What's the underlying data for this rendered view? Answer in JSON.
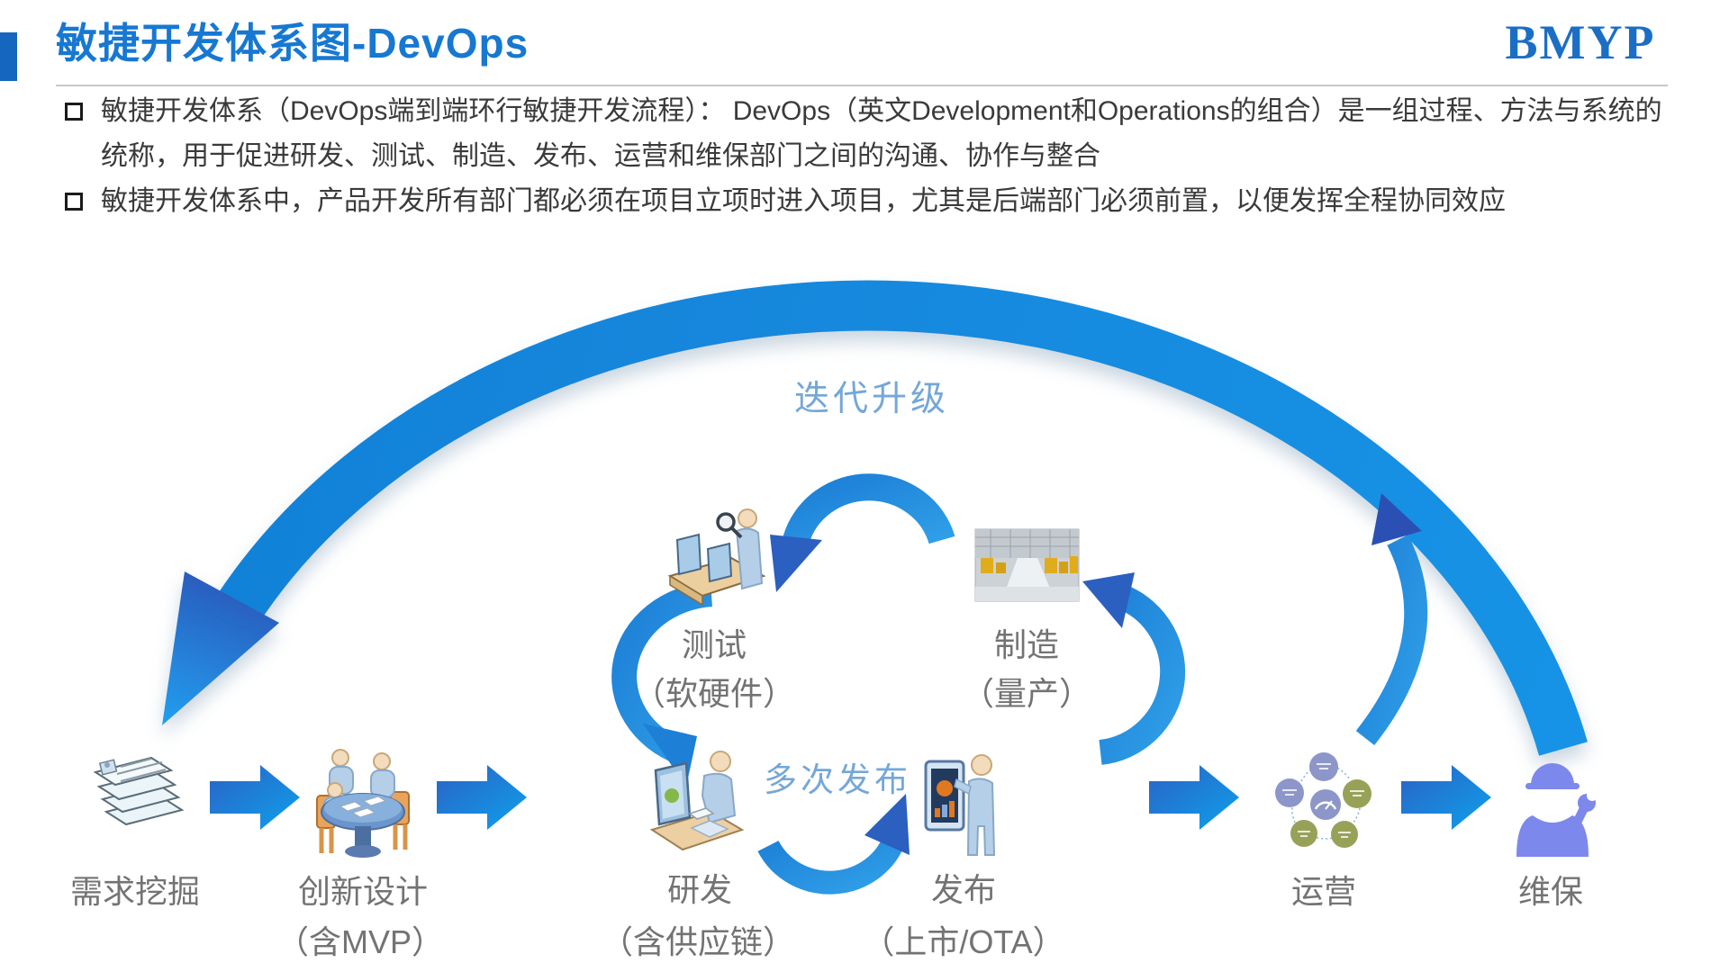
{
  "slide": {
    "title": "敏捷开发体系图-DevOps",
    "logo_text": "BMYP",
    "bullets": [
      "敏捷开发体系（DevOps端到端环行敏捷开发流程）： DevOps（英文Development和Operations的组合）是一组过程、方法与系统的统称，用于促进研发、测试、制造、发布、运营和维保部门之间的沟通、协作与整合",
      "敏捷开发体系中，产品开发所有部门都必须在项目立项时进入项目，尤其是后端部门必须前置，以便发挥全程协同效应"
    ]
  },
  "diagram": {
    "loop_label": "迭代升级",
    "multi_release_label": "多次发布",
    "stages": [
      {
        "label": "需求挖掘",
        "sub": "",
        "icon": "documents-stack-icon"
      },
      {
        "label": "创新设计",
        "sub": "（含MVP）",
        "icon": "meeting-table-icon"
      },
      {
        "label": "研发",
        "sub": "（含供应链）",
        "icon": "developer-workstation-icon"
      },
      {
        "label": "发布",
        "sub": "（上市/OTA）",
        "icon": "launch-presenter-icon"
      },
      {
        "label": "运营",
        "sub": "",
        "icon": "operations-monitoring-cycle-icon"
      },
      {
        "label": "维保",
        "sub": "",
        "icon": "maintenance-worker-icon"
      }
    ],
    "loop_stages": [
      {
        "label": "测试",
        "sub": "（软硬件）",
        "icon": "testing-inspection-icon"
      },
      {
        "label": "制造",
        "sub": "（量产）",
        "icon": "factory-photo"
      }
    ]
  },
  "colors": {
    "accent_bar": "#1566be",
    "title_blue": "#1778d2",
    "logo_blue": "#1b6ec6",
    "arrow_blue": "#1287dc",
    "arrow_dark_blue": "#2b50b4",
    "light_blue_label": "#74a7d8",
    "label_gray": "#737373",
    "body_text": "#3a3a3a",
    "ops_purple": "#8d96c8",
    "ops_olive": "#97a258",
    "maintenance_purple": "#7d88ec"
  }
}
